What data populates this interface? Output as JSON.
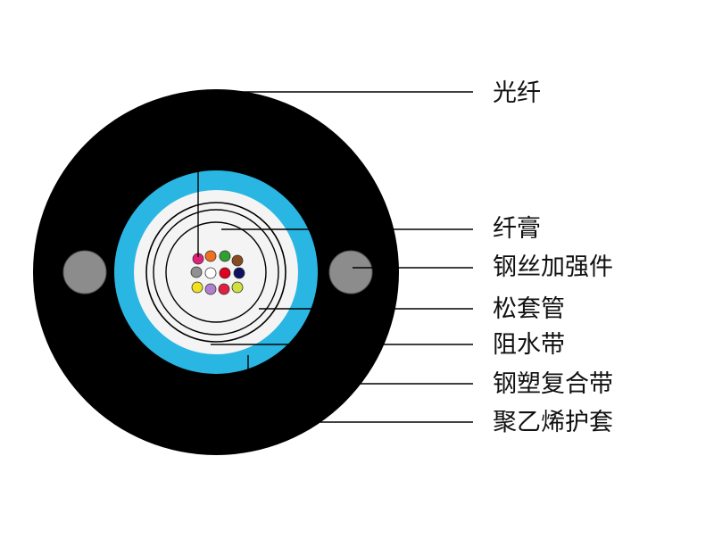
{
  "diagram": {
    "labels": [
      {
        "id": "fiber",
        "text": "光纤"
      },
      {
        "id": "fiber-gel",
        "text": "纤膏"
      },
      {
        "id": "steel-wire",
        "text": "钢丝加强件"
      },
      {
        "id": "loose-tube",
        "text": "松套管"
      },
      {
        "id": "water-block",
        "text": "阻水带"
      },
      {
        "id": "steel-tape",
        "text": "钢塑复合带"
      },
      {
        "id": "pe-sheath",
        "text": "聚乙烯护套"
      }
    ],
    "fiber_colors": [
      "#e0207a",
      "#f07020",
      "#30a030",
      "#8a4a20",
      "#909090",
      "#ffffff",
      "#e00020",
      "#101060",
      "#f0e020",
      "#b080d0",
      "#e02040",
      "#d0e040"
    ],
    "colors": {
      "sheath": "#000000",
      "steel_tape": "#29b6e3",
      "water_block": "#f4f4f4",
      "tube": "#ffffff",
      "steel_wire": "#8c8c8c"
    }
  }
}
